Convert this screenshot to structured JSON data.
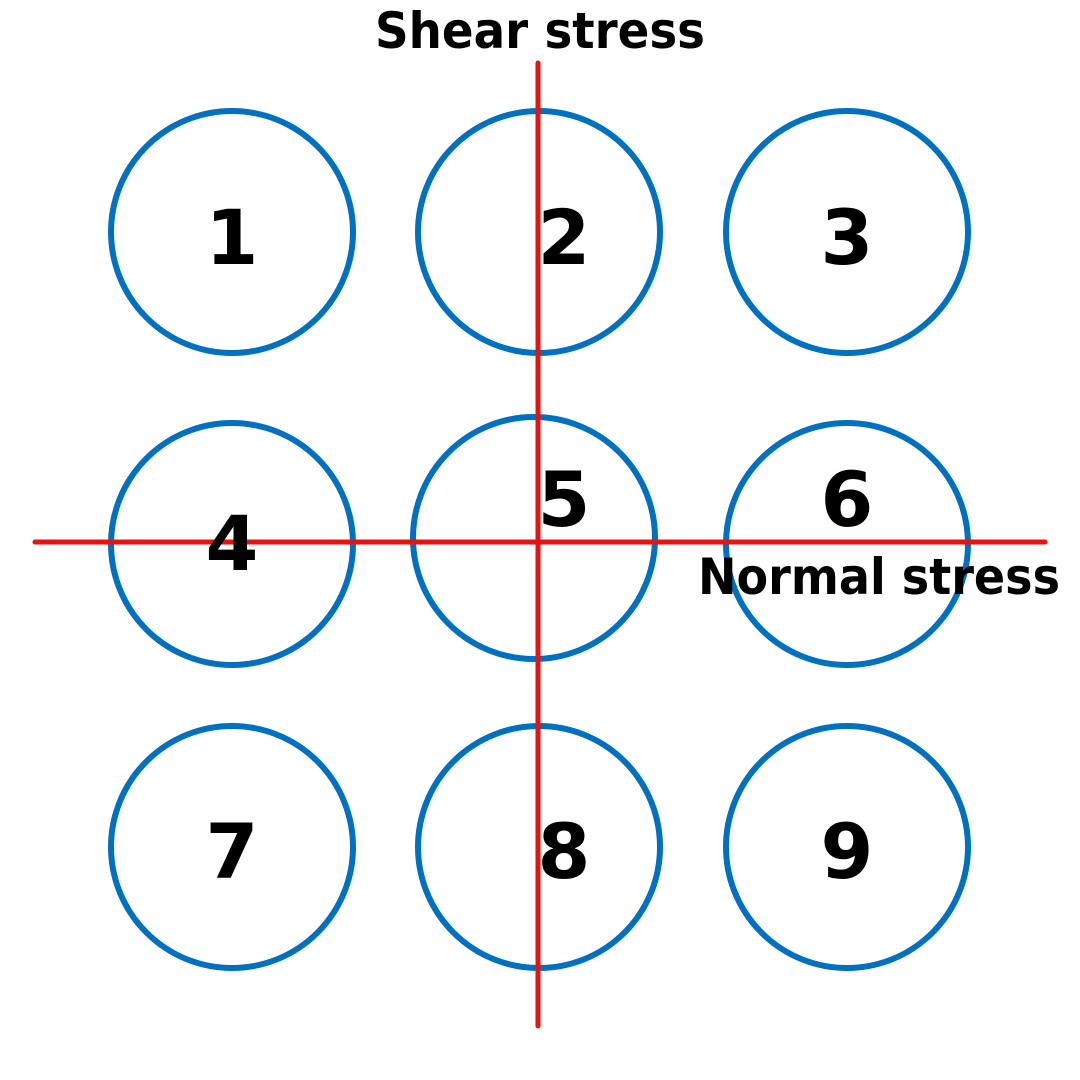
{
  "axes": {
    "vertical_title": "Shear stress",
    "horizontal_title": "Normal stress"
  },
  "circles": [
    {
      "label": "1"
    },
    {
      "label": "2"
    },
    {
      "label": "3"
    },
    {
      "label": "4"
    },
    {
      "label": "5"
    },
    {
      "label": "6"
    },
    {
      "label": "7"
    },
    {
      "label": "8"
    },
    {
      "label": "9"
    }
  ],
  "colors": {
    "circle_stroke": "#0070C0",
    "axis_line": "#E8130F",
    "text": "#000000",
    "background": "#FFFFFF"
  }
}
